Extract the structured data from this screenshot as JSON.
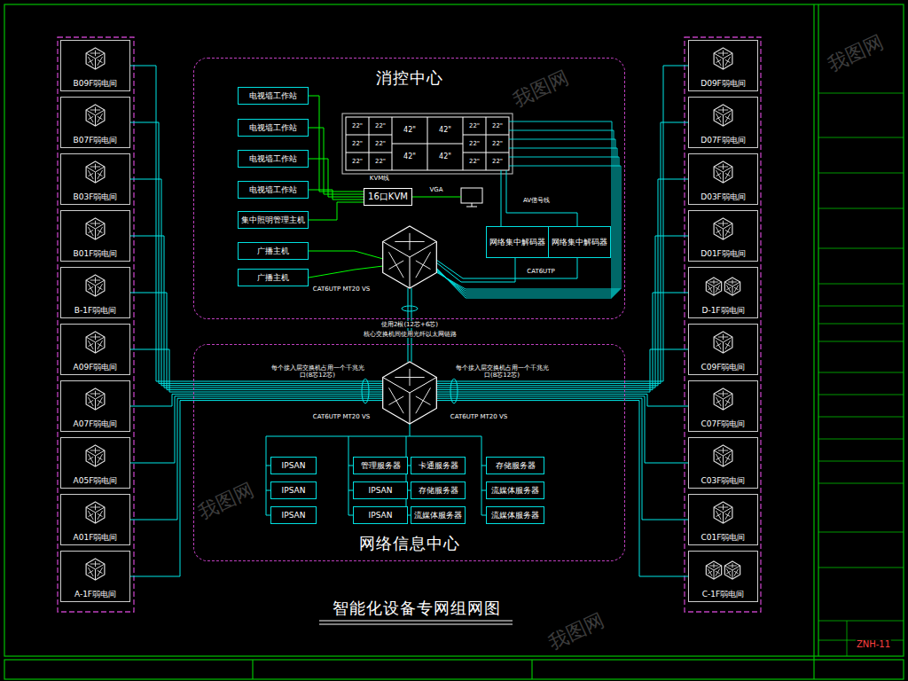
{
  "diagram": {
    "title": "智能化设备专网组网图",
    "nodes": [
      {
        "text": [
          "消控中心"
        ]
      },
      {
        "text": [
          "电视墙工作站"
        ],
        "in": 0
      },
      {
        "text": [
          "电视墙工作站"
        ],
        "in": 0
      },
      {
        "text": [
          "电视墙工作站"
        ],
        "in": 0
      },
      {
        "text": [
          "电视墙工作站"
        ],
        "in": 0
      },
      {
        "text": [
          "集中照明管理主机"
        ],
        "in": 0
      },
      {
        "text": [
          "广播主机"
        ],
        "in": 0
      },
      {
        "text": [
          "广播主机"
        ],
        "in": 0
      },
      {
        "text": [
          "16口KVM"
        ],
        "in": 0
      },
      {
        "text": [
          "网络集中解码器"
        ],
        "in": 0
      },
      {
        "text": [
          "网络集中解码器"
        ],
        "in": 0
      },
      {
        "text": [
          "网络信息中心"
        ]
      },
      {
        "text": [
          "IPSAN"
        ],
        "in": 11
      },
      {
        "text": [
          "管理服务器"
        ],
        "in": 11
      },
      {
        "text": [
          "卡通服务器"
        ],
        "in": 11
      },
      {
        "text": [
          "存储服务器"
        ],
        "in": 11
      },
      {
        "text": [
          "IPSAN"
        ],
        "in": 11
      },
      {
        "text": [
          "IPSAN"
        ],
        "in": 11
      },
      {
        "text": [
          "存储服务器"
        ],
        "in": 11
      },
      {
        "text": [
          "流媒体服务器"
        ],
        "in": 11
      },
      {
        "text": [
          "IPSAN"
        ],
        "in": 11
      },
      {
        "text": [
          "IPSAN"
        ],
        "in": 11
      },
      {
        "text": [
          "流媒体服务器"
        ],
        "in": 11
      },
      {
        "text": [
          "流媒体服务器"
        ],
        "in": 11
      },
      {
        "text": [
          "B09F弱电间"
        ]
      },
      {
        "text": [
          "B07F弱电间"
        ]
      },
      {
        "text": [
          "B03F弱电间"
        ]
      },
      {
        "text": [
          "B01F弱电间"
        ]
      },
      {
        "text": [
          "B-1F弱电间"
        ]
      },
      {
        "text": [
          "A09F弱电间"
        ]
      },
      {
        "text": [
          "A07F弱电间"
        ]
      },
      {
        "text": [
          "A05F弱电间"
        ]
      },
      {
        "text": [
          "A01F弱电间"
        ]
      },
      {
        "text": [
          "A-1F弱电间"
        ]
      },
      {
        "text": [
          "D09F弱电间"
        ]
      },
      {
        "text": [
          "D07F弱电间"
        ]
      },
      {
        "text": [
          "D03F弱电间"
        ]
      },
      {
        "text": [
          "D01F弱电间"
        ]
      },
      {
        "text": [
          "D-1F弱电间"
        ]
      },
      {
        "text": [
          "C09F弱电间"
        ]
      },
      {
        "text": [
          "C07F弱电间"
        ]
      },
      {
        "text": [
          "C03F弱电间"
        ]
      },
      {
        "text": [
          "C01F弱电间"
        ]
      },
      {
        "text": [
          "C-1F弱电间"
        ]
      }
    ],
    "edges": [
      {
        "from": 1,
        "to": 8,
        "arrow": "none"
      },
      {
        "from": 2,
        "to": 8,
        "arrow": "none"
      },
      {
        "from": 3,
        "to": 8,
        "arrow": "none"
      },
      {
        "from": 4,
        "to": 8,
        "arrow": "none"
      },
      {
        "from": 5,
        "to": 8,
        "arrow": "none"
      }
    ],
    "labels": [
      "22\"",
      "22\"",
      "22\"",
      "22\"",
      "22\"",
      "22\"",
      "22\"",
      "22\"",
      "22\"",
      "22\"",
      "22\"",
      "22\"",
      "42\"",
      "42\"",
      "42\"",
      "42\"",
      "KVM线",
      "VGA",
      "AV信号线",
      "CAT6UTP",
      "CAT6UTP MT20 VS",
      "使用2根(12芯+6芯)",
      "核心交换机间使用光纤以太网链路",
      "每个接入层交换机占用一个千兆光口(8芯12芯)",
      "每个接入层交换机占用一个千兆光口(8芯12芯)",
      "CAT6UTP MT20 VS",
      "CAT6UTP MT20 VS",
      "ZNH-11",
      "我图网",
      "我图网",
      "我图网",
      "我图网"
    ]
  }
}
